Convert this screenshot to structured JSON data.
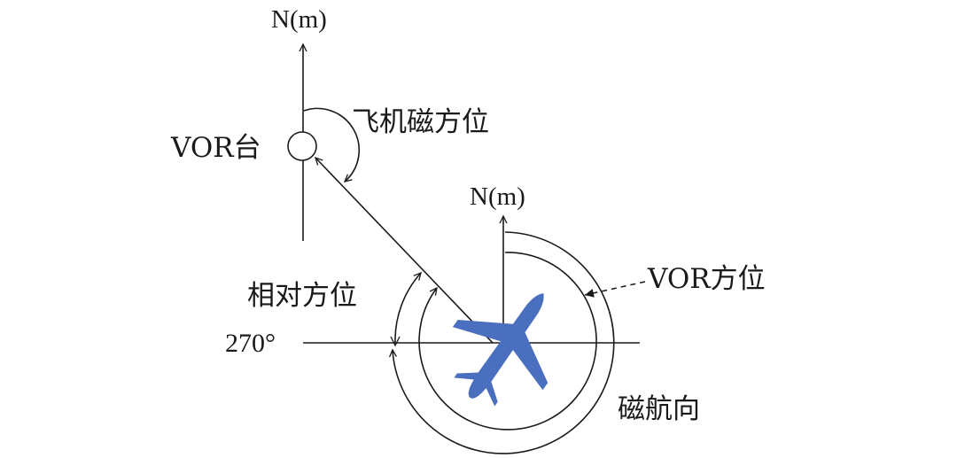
{
  "labels": {
    "north_top": "N(m)",
    "aircraft_magnetic_bearing": "飞机磁方位",
    "vor_station": "VOR台",
    "north_aircraft": "N(m)",
    "vor_bearing": "VOR方位",
    "relative_bearing": "相对方位",
    "degree_270": "270°",
    "magnetic_heading": "磁航向"
  },
  "colors": {
    "line": "#1a1a1a",
    "aircraft": "#4a6fbf"
  },
  "icons": {
    "aircraft": "airplane-icon",
    "vor_station": "circle-station-icon"
  }
}
